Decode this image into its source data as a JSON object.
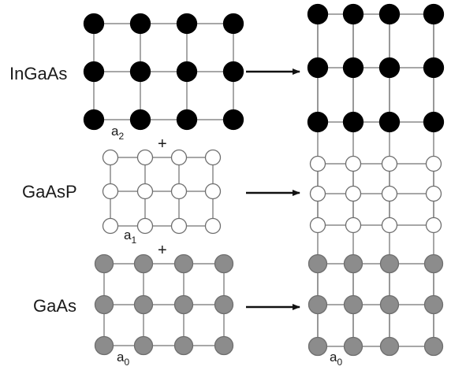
{
  "layers": [
    {
      "id": "top",
      "label": "InGaAs",
      "lattice_symbol": "a",
      "lattice_subscript": "2",
      "atom_fill": "#000000",
      "atom_stroke": "#000000"
    },
    {
      "id": "middle",
      "label": "GaAsP",
      "lattice_symbol": "a",
      "lattice_subscript": "1",
      "atom_fill": "#ffffff",
      "atom_stroke": "#6e6e6e"
    },
    {
      "id": "bottom",
      "label": "GaAs",
      "lattice_symbol": "a",
      "lattice_subscript": "0",
      "atom_fill": "#8c8c8c",
      "atom_stroke": "#6e6e6e"
    }
  ],
  "operators": [
    "+",
    "+"
  ],
  "result_lattice": {
    "lattice_symbol": "a",
    "lattice_subscript": "0"
  },
  "colors": {
    "bond": "#8a8a8a",
    "arrow": "#111111",
    "text": "#1a1a1a"
  }
}
